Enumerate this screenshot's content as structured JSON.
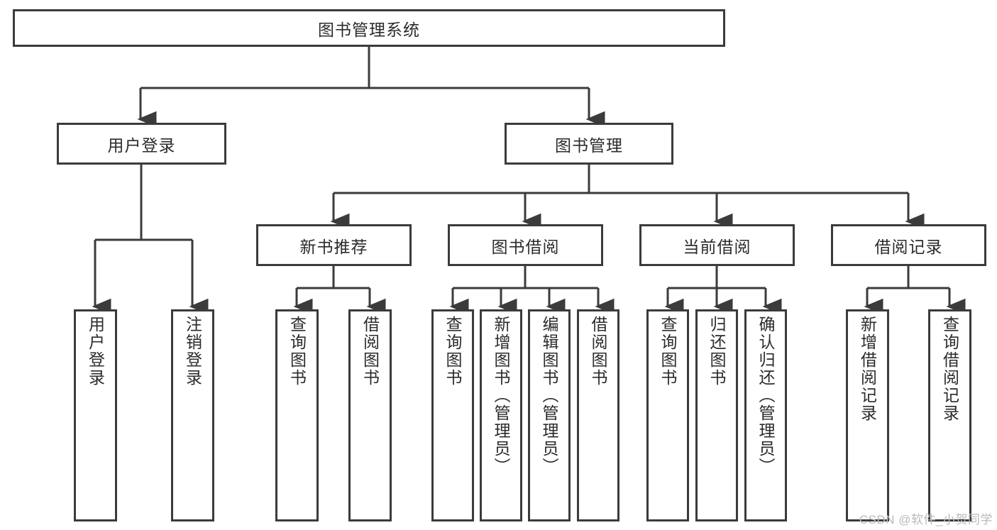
{
  "diagram": {
    "type": "tree",
    "title": "图书管理系统",
    "colors": {
      "stroke": "#3b3b3b",
      "fill": "#ffffff",
      "text": "#2b2b2b",
      "watermark": "#b9b9b9"
    },
    "root": {
      "label": "图书管理系统"
    },
    "level2": [
      {
        "label": "用户登录"
      },
      {
        "label": "图书管理"
      }
    ],
    "level3": [
      {
        "label": "新书推荐"
      },
      {
        "label": "图书借阅"
      },
      {
        "label": "当前借阅"
      },
      {
        "label": "借阅记录"
      }
    ],
    "leaves": {
      "user_login": [
        {
          "label": "用户登录"
        },
        {
          "label": "注销登录"
        }
      ],
      "new_book": [
        {
          "label": "查询图书"
        },
        {
          "label": "借阅图书"
        }
      ],
      "book_borrow": [
        {
          "label": "查询图书"
        },
        {
          "label": "新增图书（管理员）"
        },
        {
          "label": "编辑图书（管理员）"
        },
        {
          "label": "借阅图书"
        }
      ],
      "current_borrow": [
        {
          "label": "查询图书"
        },
        {
          "label": "归还图书"
        },
        {
          "label": "确认归还（管理员）"
        }
      ],
      "borrow_record": [
        {
          "label": "新增借阅记录"
        },
        {
          "label": "查询借阅记录"
        }
      ]
    }
  },
  "watermark": {
    "text": "CSDN @软件_小贺同学"
  }
}
